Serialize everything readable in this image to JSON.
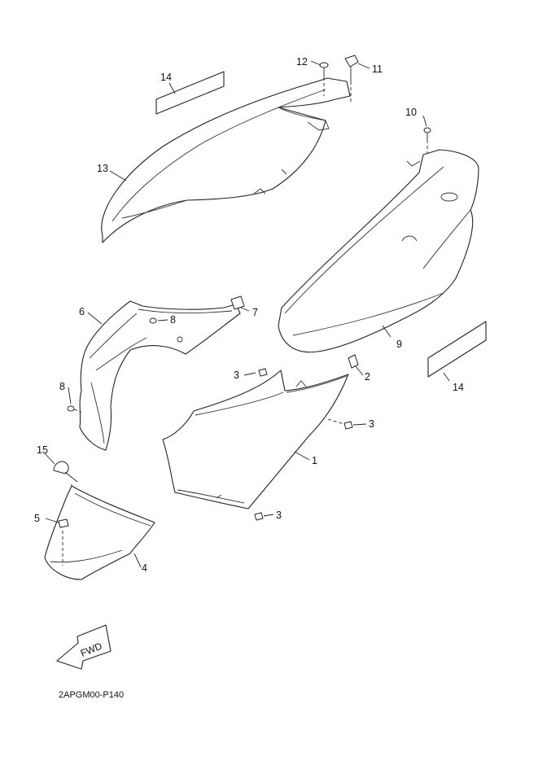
{
  "diagram": {
    "code": "2APGM00-P140",
    "fwd_label": "FWD",
    "callouts": [
      {
        "id": "c1",
        "label": "1"
      },
      {
        "id": "c2",
        "label": "2"
      },
      {
        "id": "c3a",
        "label": "3"
      },
      {
        "id": "c3b",
        "label": "3"
      },
      {
        "id": "c3c",
        "label": "3"
      },
      {
        "id": "c4",
        "label": "4"
      },
      {
        "id": "c5",
        "label": "5"
      },
      {
        "id": "c6",
        "label": "6"
      },
      {
        "id": "c7",
        "label": "7"
      },
      {
        "id": "c8a",
        "label": "8"
      },
      {
        "id": "c8b",
        "label": "8"
      },
      {
        "id": "c9",
        "label": "9"
      },
      {
        "id": "c10",
        "label": "10"
      },
      {
        "id": "c11",
        "label": "11"
      },
      {
        "id": "c12",
        "label": "12"
      },
      {
        "id": "c13",
        "label": "13"
      },
      {
        "id": "c14a",
        "label": "14"
      },
      {
        "id": "c14b",
        "label": "14"
      },
      {
        "id": "c15",
        "label": "15"
      }
    ]
  }
}
